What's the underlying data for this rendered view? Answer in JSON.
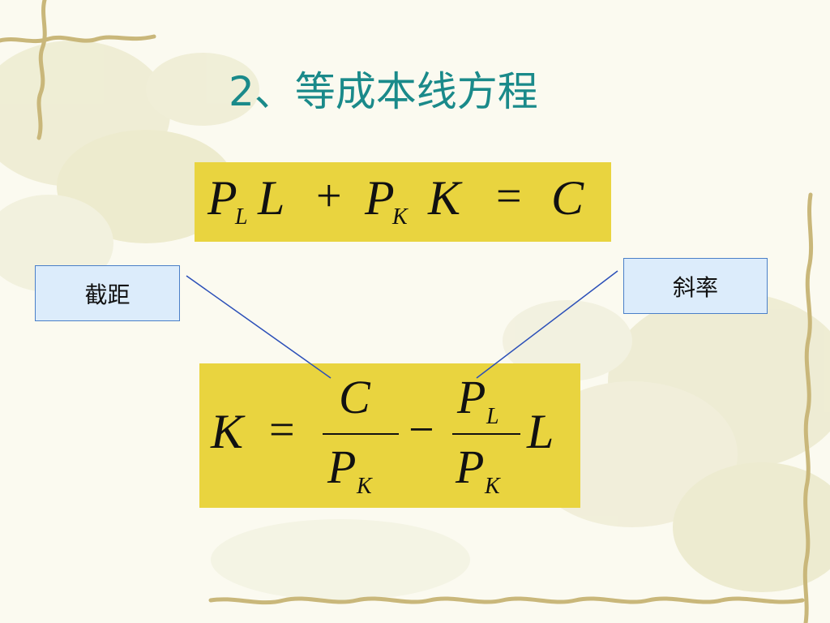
{
  "slide": {
    "title": "2、等成本线方程",
    "formula1": {
      "p": "P",
      "l_sub": "L",
      "l": "L",
      "plus": "+",
      "p2": "P",
      "k_sub": "K",
      "k": "K",
      "eq": "=",
      "c": "C"
    },
    "formula2": {
      "k": "K",
      "eq": "=",
      "num1": "C",
      "den1_p": "P",
      "den1_sub": "K",
      "minus": "−",
      "num2_p": "P",
      "num2_sub": "L",
      "den2_p": "P",
      "den2_sub": "K",
      "l": "L"
    },
    "callouts": {
      "intercept": "截距",
      "slope": "斜率"
    },
    "colors": {
      "title": "#1a8a8a",
      "formula_box": "#e9d43f",
      "callout_fill": "#dcecfb",
      "callout_border": "#4a7fc8",
      "leader_line": "#2b4fb8"
    }
  }
}
